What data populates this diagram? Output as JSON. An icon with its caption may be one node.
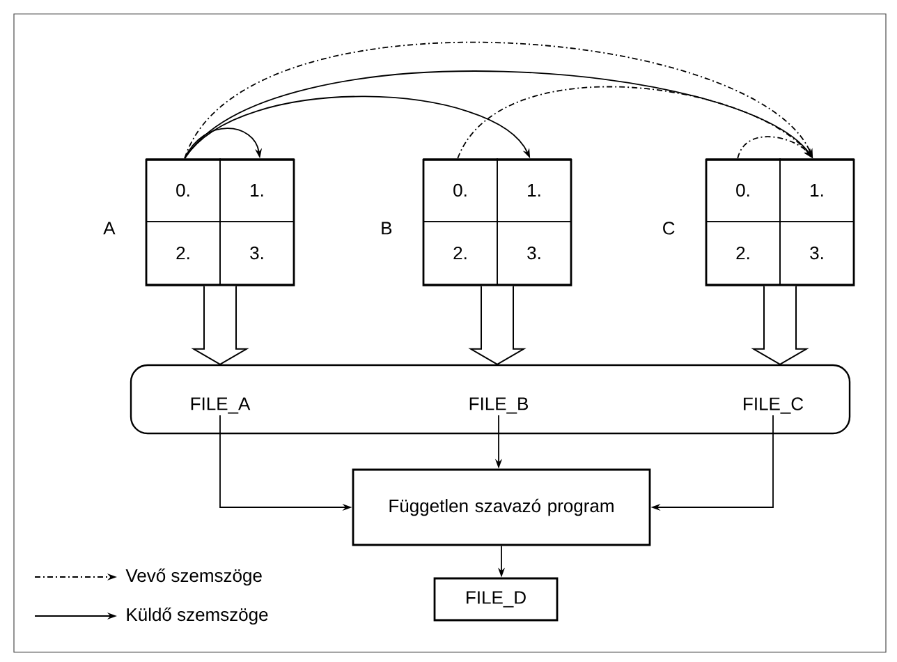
{
  "diagram": {
    "nodes": [
      {
        "text": [],
        "shape": "box",
        "beside": [
          "A"
        ]
      },
      {
        "text": [
          "0."
        ],
        "in": 0
      },
      {
        "text": [
          "1."
        ],
        "in": 0
      },
      {
        "text": [
          "2."
        ],
        "in": 0
      },
      {
        "text": [
          "3."
        ],
        "in": 0
      },
      {
        "text": [],
        "shape": "box",
        "beside": [
          "B"
        ]
      },
      {
        "text": [
          "0."
        ],
        "in": 5
      },
      {
        "text": [
          "1."
        ],
        "in": 5
      },
      {
        "text": [
          "2."
        ],
        "in": 5
      },
      {
        "text": [
          "3."
        ],
        "in": 5
      },
      {
        "text": [],
        "shape": "box",
        "beside": [
          "C"
        ]
      },
      {
        "text": [
          "0."
        ],
        "in": 10
      },
      {
        "text": [
          "1."
        ],
        "in": 10
      },
      {
        "text": [
          "2."
        ],
        "in": 10
      },
      {
        "text": [
          "3."
        ],
        "in": 10
      },
      {
        "text": [],
        "shape": "box"
      },
      {
        "text": [
          "FILE_A"
        ],
        "in": 15
      },
      {
        "text": [
          "FILE_B"
        ],
        "in": 15
      },
      {
        "text": [
          "FILE_C"
        ],
        "in": 15
      },
      {
        "text": [
          "Független szavazó program"
        ]
      },
      {
        "text": [
          "FILE_D"
        ]
      }
    ],
    "edges": [
      {
        "from": 1,
        "to": 2,
        "arrow": "to"
      },
      {
        "from": 1,
        "to": 7,
        "arrow": "to"
      },
      {
        "from": 1,
        "to": 12,
        "arrow": "to"
      },
      {
        "from": 1,
        "to": 12,
        "arrow": "to",
        "style": "dashed"
      },
      {
        "from": 6,
        "to": 12,
        "arrow": "to",
        "style": "dashed"
      },
      {
        "from": 11,
        "to": 12,
        "arrow": "to",
        "style": "dashed"
      },
      {
        "from": 0,
        "to": 15,
        "arrow": "to",
        "style": "thick"
      },
      {
        "from": 5,
        "to": 15,
        "arrow": "to",
        "style": "thick"
      },
      {
        "from": 10,
        "to": 15,
        "arrow": "to",
        "style": "thick"
      },
      {
        "from": 16,
        "to": 19,
        "arrow": "to"
      },
      {
        "from": 17,
        "to": 19,
        "arrow": "to"
      },
      {
        "from": 18,
        "to": 19,
        "arrow": "to"
      },
      {
        "from": 19,
        "to": 20,
        "arrow": "to"
      }
    ],
    "legend": [
      {
        "text": "Vevő szemszöge"
      },
      {
        "text": "Küldő szemszöge"
      }
    ]
  }
}
